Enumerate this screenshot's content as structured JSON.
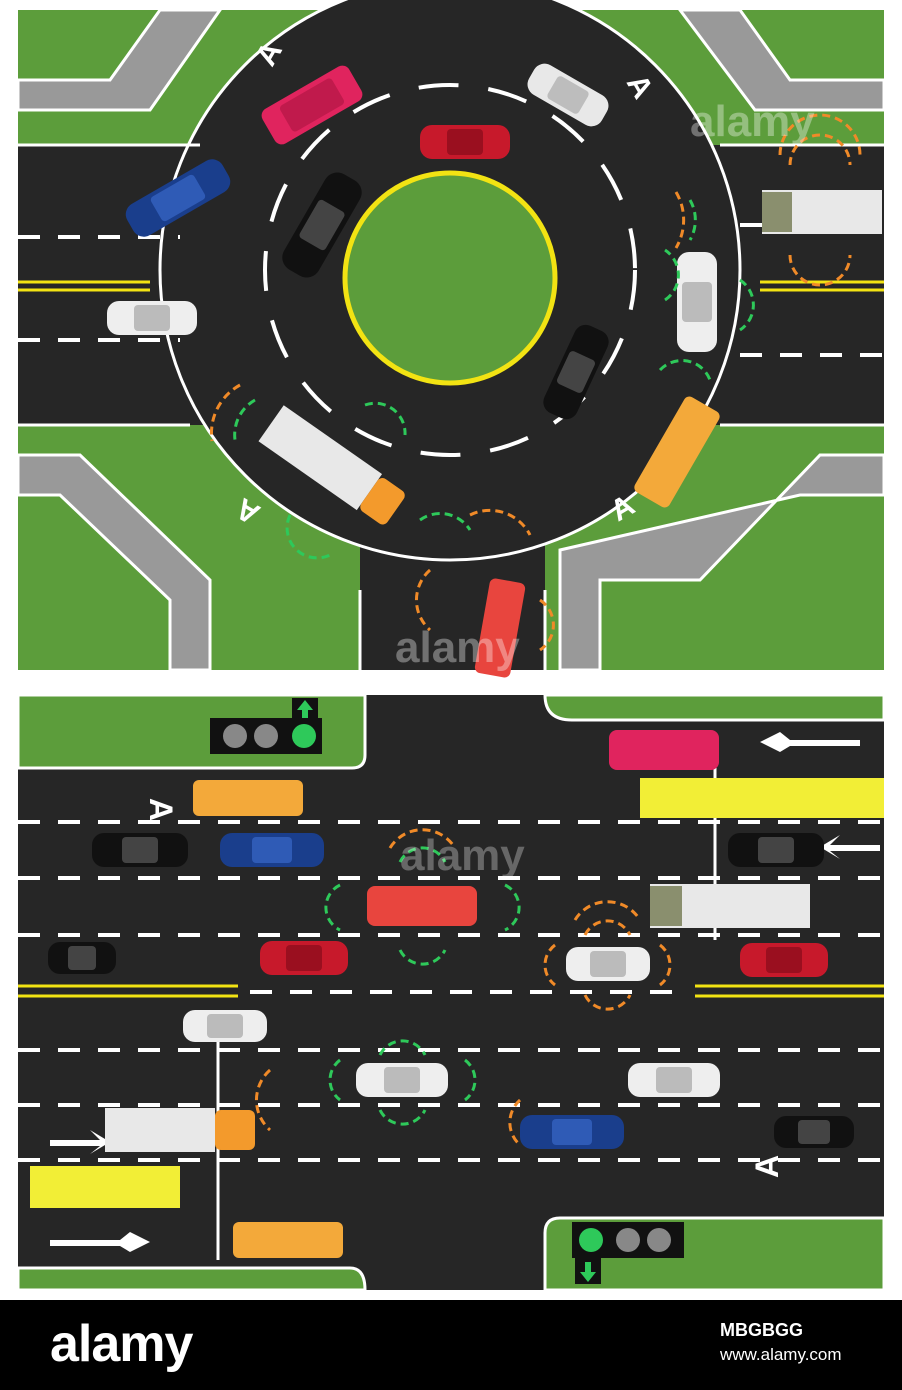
{
  "roundabout": {
    "lane_letters": [
      "A",
      "A",
      "A",
      "A"
    ],
    "watermark": "alamy"
  },
  "crossroad": {
    "lane_letters": [
      "A",
      "A"
    ],
    "traffic_lights": [
      {
        "position": "top-left",
        "active": "green",
        "arrow": "up"
      },
      {
        "position": "bottom-right",
        "active": "green",
        "arrow": "down"
      }
    ],
    "watermark": "alamy"
  },
  "colors": {
    "asphalt": "#262626",
    "grass": "#5c9d3b",
    "curb": "#8c8c8c",
    "centerline": "#f2e313",
    "signal_green": "#2ec95a",
    "signal_orange": "#f08a28"
  },
  "footer": {
    "logo": "alamy",
    "image_id": "MBGBGG",
    "site": "www.alamy.com"
  }
}
